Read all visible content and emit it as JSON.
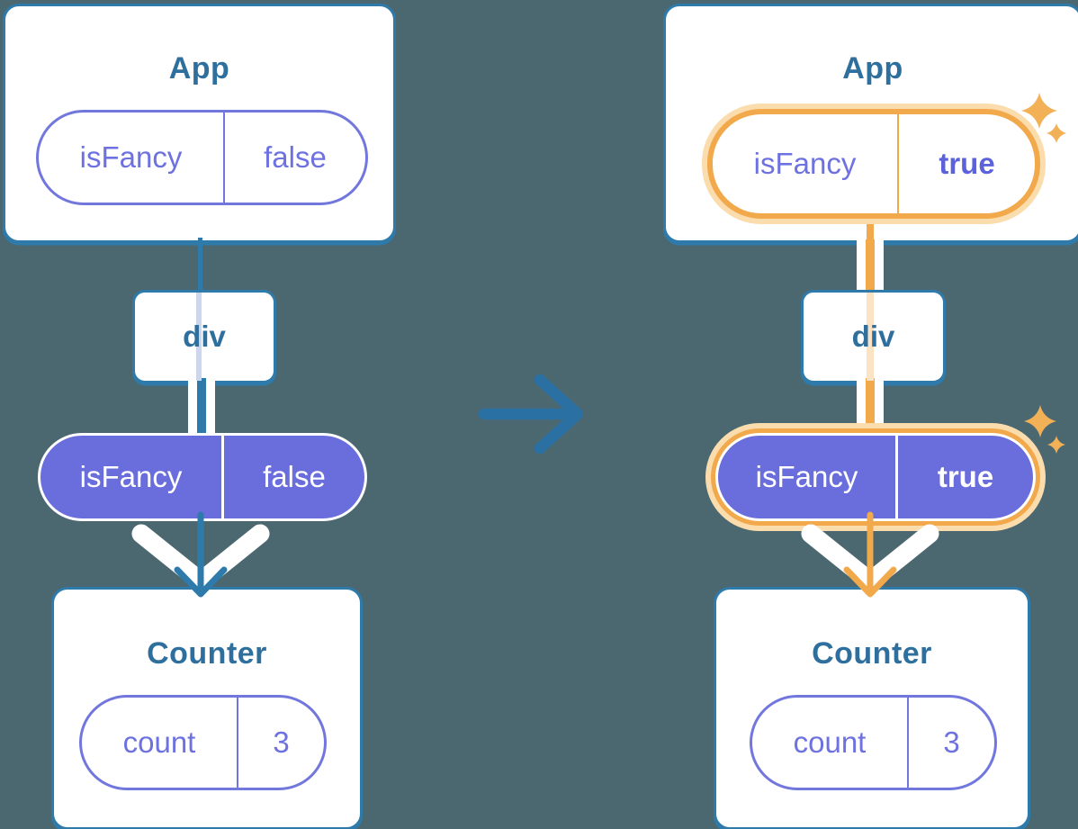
{
  "colors": {
    "background": "#4b6871",
    "tree_line_blue": "#2e7bab",
    "title_text_blue": "#2e6f9e",
    "prop_purple_fill": "#6a6edc",
    "prop_purple_text": "#6d72e0",
    "prop_purple_text_bold": "#5c63da",
    "highlight_orange": "#f1a94c",
    "highlight_halo": "#fbddad",
    "sparkle_orange": "#f2b156",
    "faded_line_lavender": "#ccd6ec",
    "faded_line_orange": "#fbe3c4",
    "transition_arrow_blue": "#2a70a2"
  },
  "left_tree": {
    "app": {
      "title": "App",
      "prop": {
        "name": "isFancy",
        "value": "false"
      }
    },
    "div": {
      "label": "div"
    },
    "passed_prop": {
      "name": "isFancy",
      "value": "false"
    },
    "counter": {
      "title": "Counter",
      "state": {
        "name": "count",
        "value": "3"
      }
    }
  },
  "right_tree": {
    "app": {
      "title": "App",
      "prop": {
        "name": "isFancy",
        "value": "true"
      }
    },
    "div": {
      "label": "div"
    },
    "passed_prop": {
      "name": "isFancy",
      "value": "true"
    },
    "counter": {
      "title": "Counter",
      "state": {
        "name": "count",
        "value": "3"
      }
    }
  },
  "icons": {
    "transition_arrow": "right-arrow",
    "sparkles": "four-point-sparkles",
    "prop_flow_arrow": "down-arrow-with-chevron"
  }
}
